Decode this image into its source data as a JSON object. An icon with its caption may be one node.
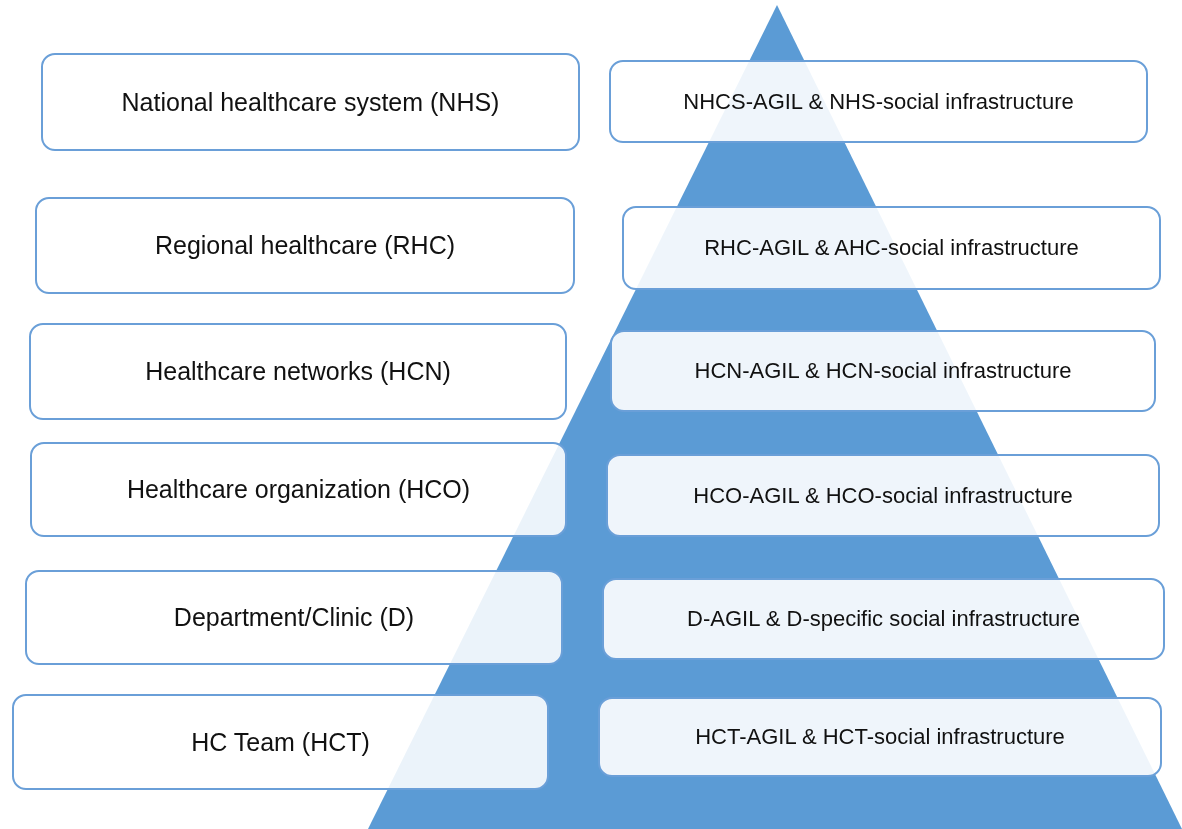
{
  "diagram": {
    "nodes": [
      {
        "text": [
          "National healthcare system (NHS)"
        ]
      },
      {
        "text": [
          "NHCS-AGIL & NHS-social infrastructure"
        ]
      },
      {
        "text": [
          "Regional healthcare (RHC)"
        ]
      },
      {
        "text": [
          "RHC-AGIL & AHC-social infrastructure"
        ]
      },
      {
        "text": [
          "Healthcare networks (HCN)"
        ]
      },
      {
        "text": [
          "HCN-AGIL & HCN-social infrastructure"
        ]
      },
      {
        "text": [
          "Healthcare organization (HCO)"
        ]
      },
      {
        "text": [
          "HCO-AGIL & HCO-social infrastructure"
        ]
      },
      {
        "text": [
          "Department/Clinic (D)"
        ]
      },
      {
        "text": [
          "D-AGIL & D-specific social infrastructure"
        ]
      },
      {
        "text": [
          "HC Team (HCT)"
        ]
      },
      {
        "text": [
          "HCT-AGIL & HCT-social infrastructure"
        ]
      }
    ]
  }
}
